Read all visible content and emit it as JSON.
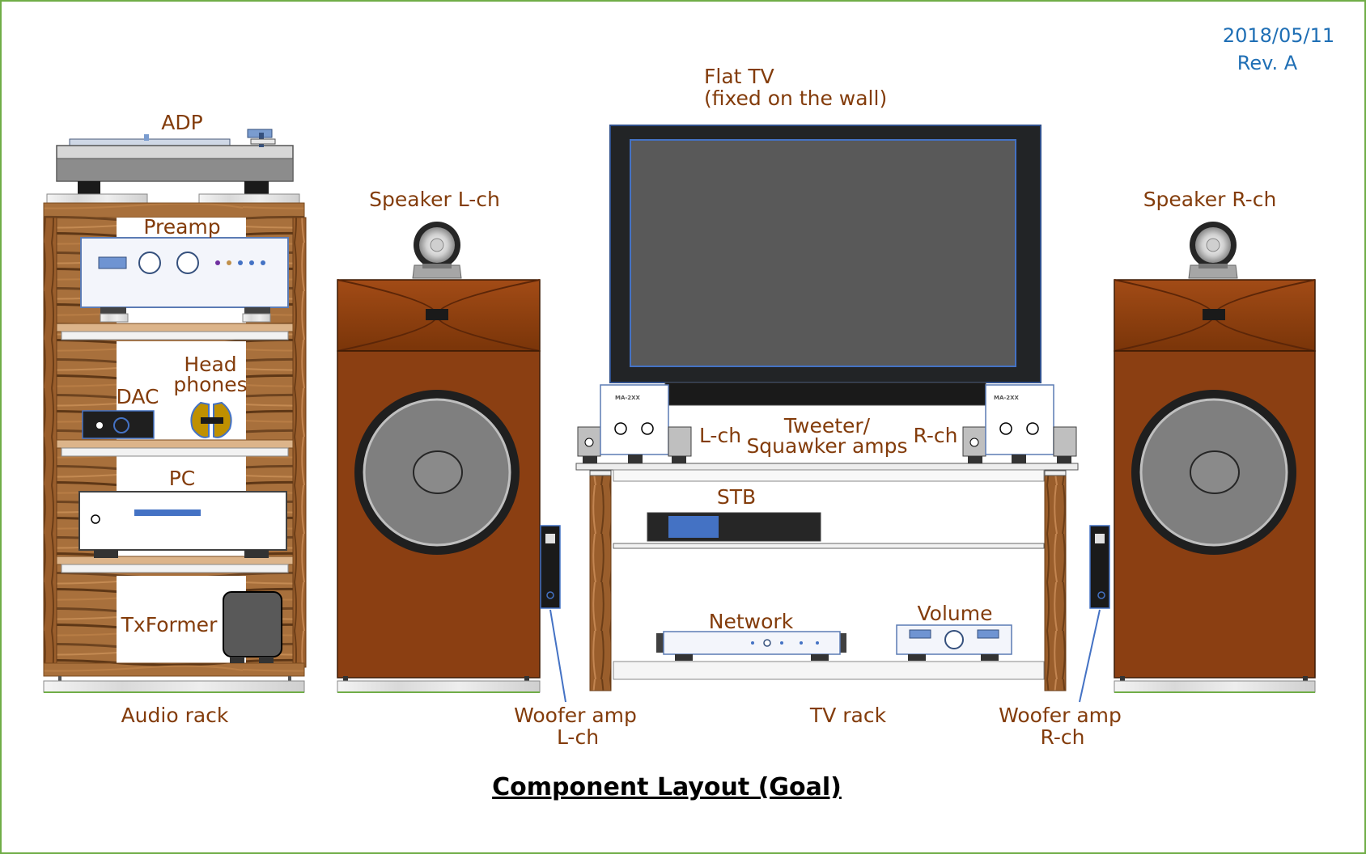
{
  "header": {
    "date": "2018/05/11",
    "revision": "Rev. A"
  },
  "title": "Component Layout (Goal)",
  "labels": {
    "adp": "ADP",
    "preamp": "Preamp",
    "dac": "DAC",
    "headphones_line1": "Head",
    "headphones_line2": "phones",
    "pc": "PC",
    "txformer": "TxFormer",
    "audio_rack": "Audio rack",
    "speaker_l": "Speaker L-ch",
    "speaker_r": "Speaker R-ch",
    "flat_tv_line1": "Flat TV",
    "flat_tv_line2": "(fixed on the wall)",
    "lch": "L-ch",
    "rch": "R-ch",
    "tweeter_line1": "Tweeter/",
    "tweeter_line2": "Squawker amps",
    "stb": "STB",
    "network": "Network",
    "volume": "Volume",
    "tv_rack": "TV rack",
    "woofer_l_line1": "Woofer amp",
    "woofer_l_line2": "L-ch",
    "woofer_r_line1": "Woofer amp",
    "woofer_r_line2": "R-ch",
    "amp_model": "MA-2XX"
  },
  "colors": {
    "frame_border": "#70ad47",
    "label": "#833c0b",
    "date": "#1f6fb5",
    "speaker_wood": "#8b3f12",
    "rack_wood": "#a0612e",
    "tv_bezel": "#222426",
    "tv_screen": "#595959",
    "accent_blue": "#4472c4"
  }
}
